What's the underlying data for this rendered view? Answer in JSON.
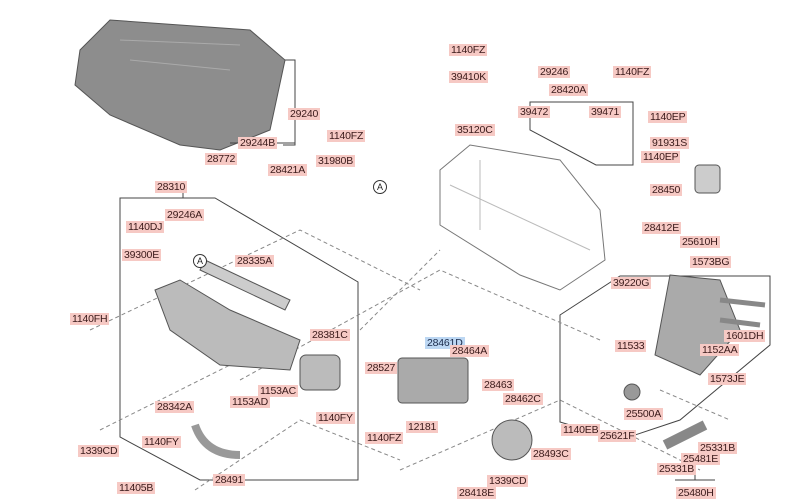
{
  "diagram": {
    "highlight_color": "#bcd7f3",
    "label_color": "#f6c9c4"
  },
  "markers": [
    "A",
    "A"
  ],
  "labels": [
    "29240",
    "29244B",
    "28772",
    "1140FZ",
    "29246",
    "1140FZ",
    "39410K",
    "28420A",
    "39472",
    "39471",
    "35120C",
    "1140FZ",
    "1140EP",
    "91931S",
    "1140EP",
    "31980B",
    "28421A",
    "28450",
    "28310",
    "29246A",
    "1140DJ",
    "28412E",
    "25610H",
    "39300E",
    "28335A",
    "1573BG",
    "39220G",
    "1140FH",
    "28381C",
    "1601DH",
    "28461D",
    "28464A",
    "11533",
    "1152AA",
    "28527",
    "1153AC",
    "28463",
    "1573JE",
    "1153AD",
    "28342A",
    "28462C",
    "25500A",
    "1140FY",
    "12181",
    "1140FZ",
    "1140FY",
    "1140EB",
    "25621F",
    "28493C",
    "1339CD",
    "25331B",
    "25481E",
    "25331B",
    "28491",
    "11405B",
    "1339CD",
    "28418E",
    "25480H"
  ]
}
